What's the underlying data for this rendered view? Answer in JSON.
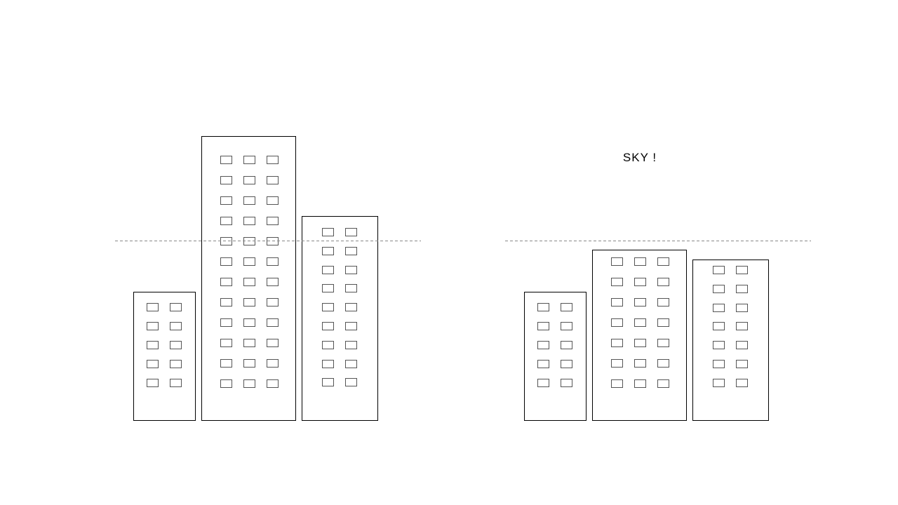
{
  "label": {
    "text": "SKY !"
  },
  "colors": {
    "background": "#ffffff",
    "building_outline": "#000000",
    "window_outline": "#555555",
    "line": "#888888",
    "text": "#000000"
  },
  "scenes": [
    {
      "name": "left-scene",
      "reference_line": "dashed",
      "label_shown": false,
      "buildings": [
        {
          "name": "short-building",
          "window_columns": 2,
          "window_rows": 5
        },
        {
          "name": "tall-building",
          "window_columns": 3,
          "window_rows": 12
        },
        {
          "name": "medium-building",
          "window_columns": 2,
          "window_rows": 9
        }
      ]
    },
    {
      "name": "right-scene",
      "reference_line": "dashed",
      "label_shown": true,
      "buildings": [
        {
          "name": "short-building",
          "window_columns": 2,
          "window_rows": 5
        },
        {
          "name": "tall-building",
          "window_columns": 3,
          "window_rows": 7
        },
        {
          "name": "medium-building",
          "window_columns": 2,
          "window_rows": 7
        }
      ]
    }
  ]
}
